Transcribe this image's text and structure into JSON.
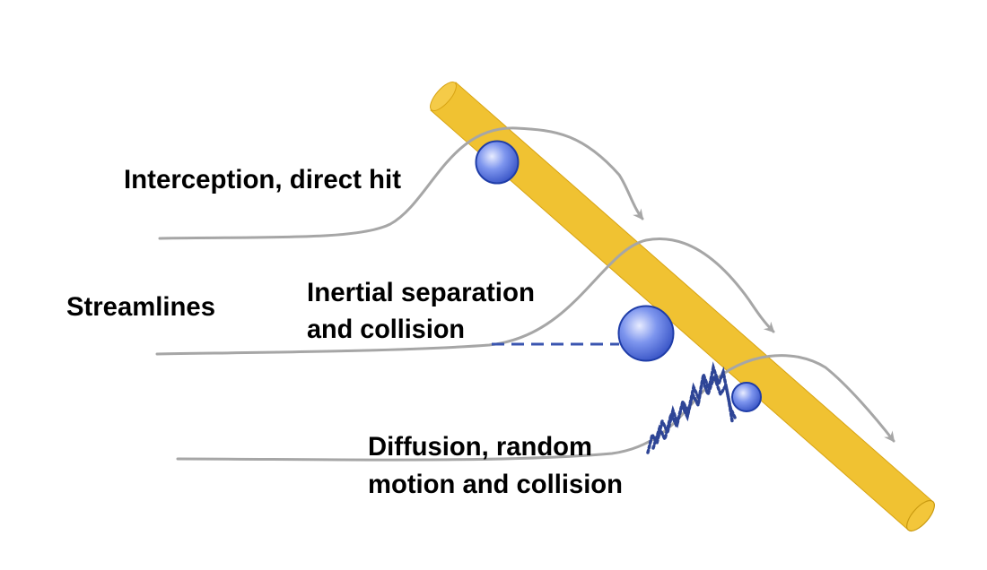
{
  "labels": {
    "interception": "Interception, direct hit",
    "streamlines": "Streamlines",
    "inertial_line1": "Inertial separation",
    "inertial_line2": "and collision",
    "diffusion_line1": "Diffusion, random",
    "diffusion_line2": "motion and collision"
  },
  "colors": {
    "fiber": "#f2c22e",
    "fiber_highlight": "#fff4c2",
    "fiber_edge": "#c99a10",
    "particle": "#4f6fe0",
    "particle_highlight": "#dfe6ff",
    "particle_edge": "#1f3da8",
    "streamline": "#a6a6a6",
    "path": "#3a55b0",
    "text": "#000000"
  },
  "icons": {
    "streamline_arrow": "arrowhead"
  }
}
